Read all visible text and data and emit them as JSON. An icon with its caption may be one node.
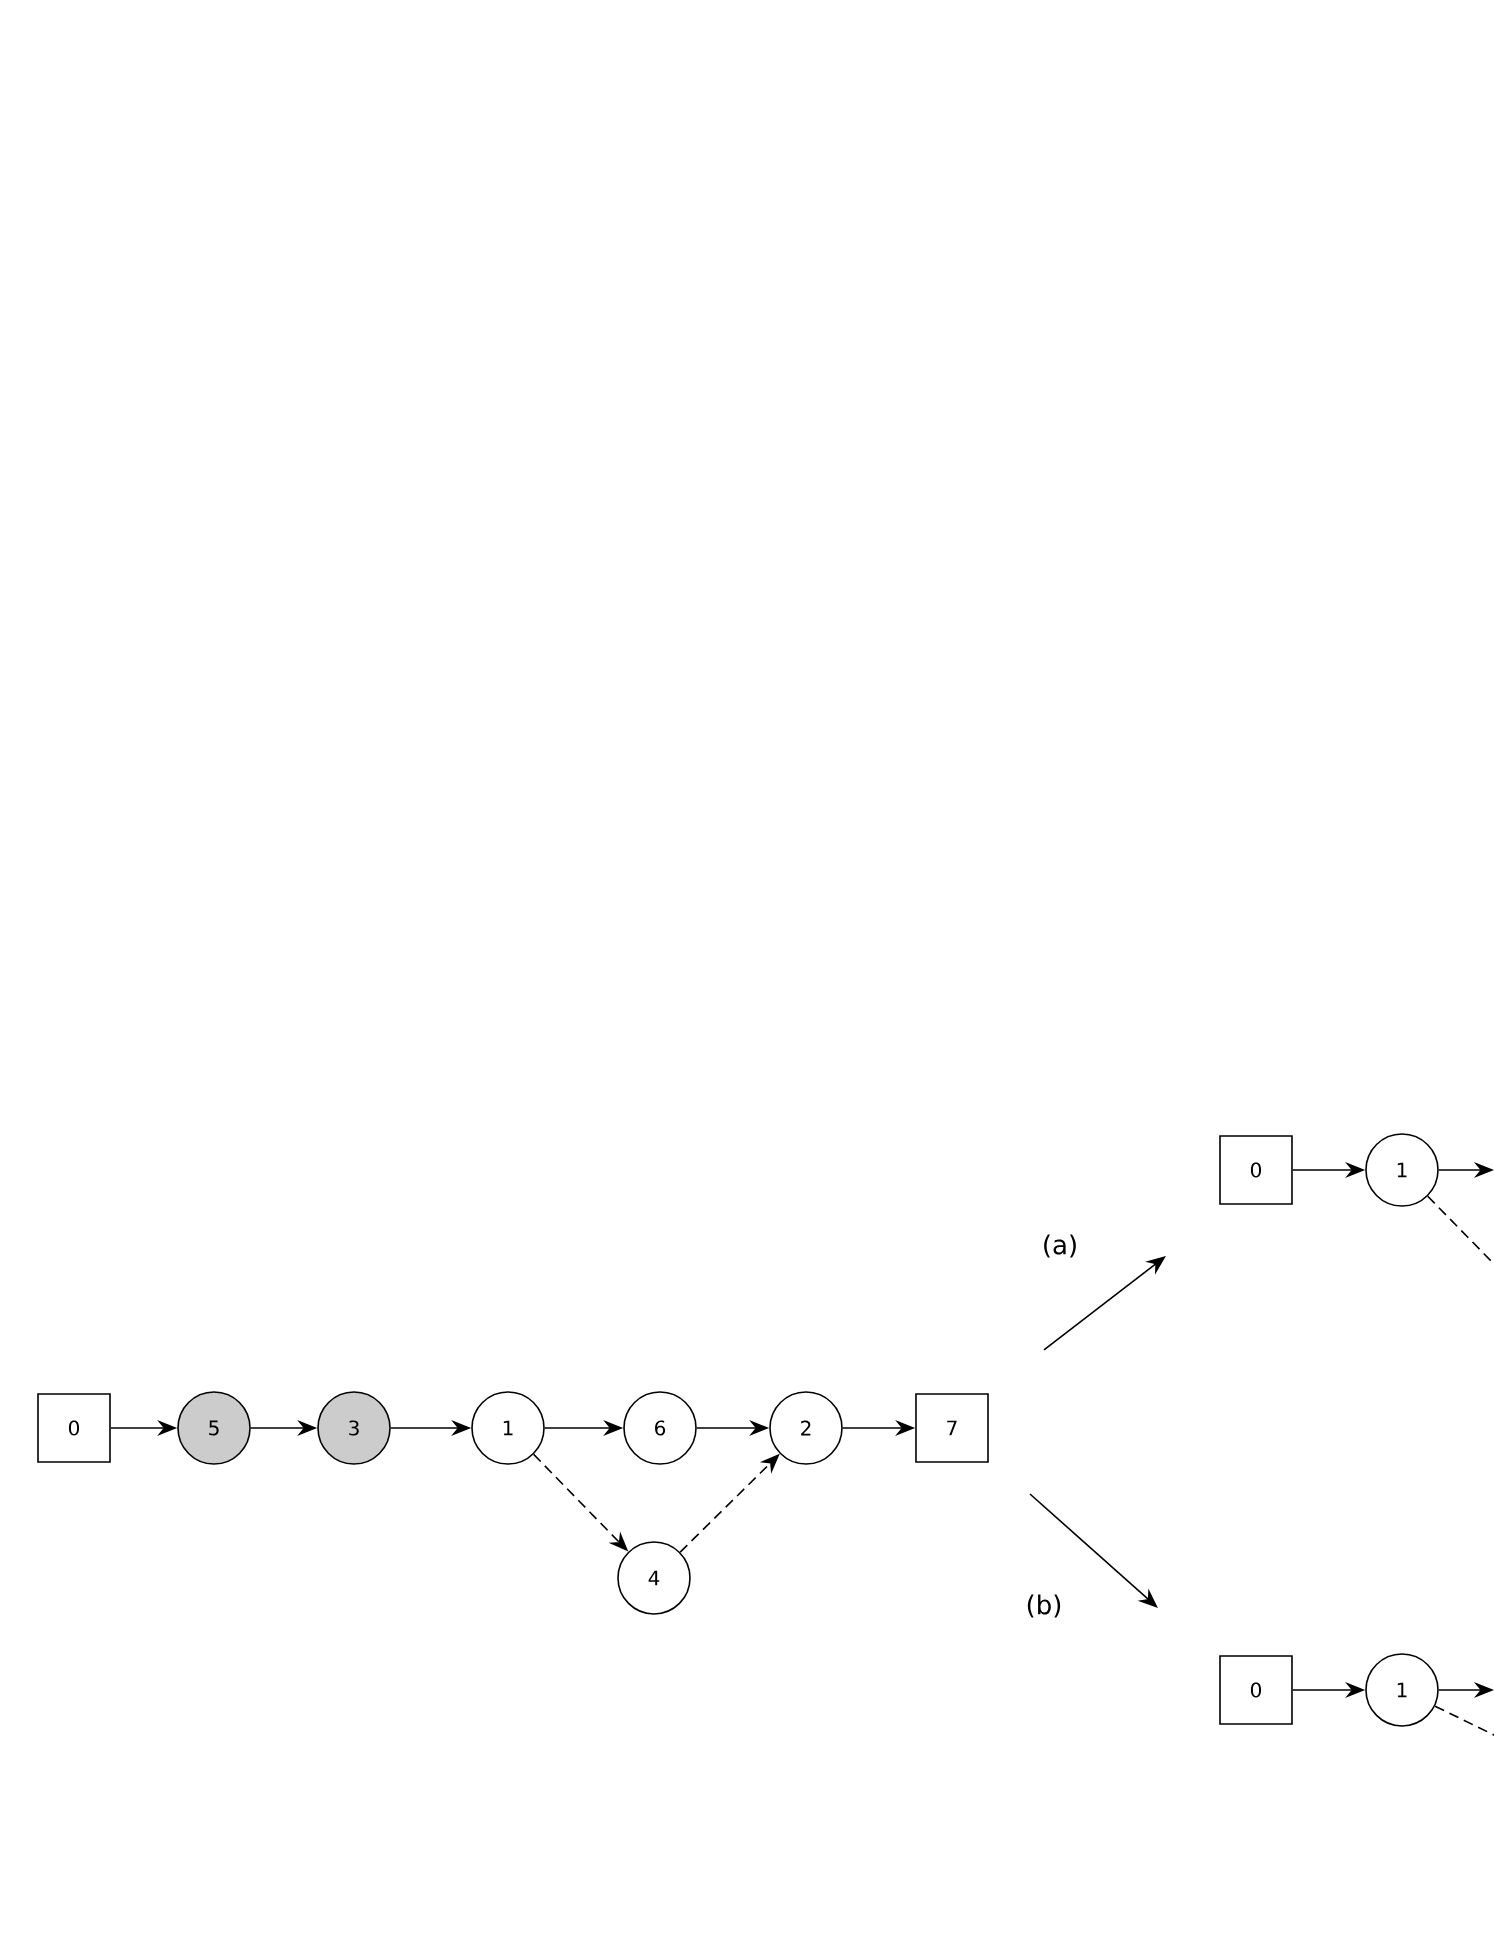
{
  "diagram": {
    "nodes": [
      {
        "text": [
          "0"
        ]
      },
      {
        "text": [
          "5"
        ]
      },
      {
        "text": [
          "3"
        ]
      },
      {
        "text": [
          "1"
        ]
      },
      {
        "text": [
          "6"
        ]
      },
      {
        "text": [
          "2"
        ]
      },
      {
        "text": [
          "7"
        ]
      },
      {
        "text": [
          "4"
        ]
      },
      {
        "text": [
          "0"
        ]
      },
      {
        "text": [
          "1"
        ]
      },
      {
        "text": [
          "0"
        ]
      },
      {
        "text": [
          "1"
        ]
      }
    ],
    "edges": [
      {
        "from": 0,
        "to": 1,
        "arrow": "to"
      },
      {
        "from": 1,
        "to": 2,
        "arrow": "to"
      },
      {
        "from": 2,
        "to": 3,
        "arrow": "to"
      },
      {
        "from": 3,
        "to": 4,
        "arrow": "to"
      },
      {
        "from": 4,
        "to": 5,
        "arrow": "to"
      },
      {
        "from": 5,
        "to": 6,
        "arrow": "to"
      },
      {
        "from": 3,
        "to": 7,
        "arrow": "to",
        "style": "dashed"
      },
      {
        "from": 7,
        "to": 5,
        "arrow": "to",
        "style": "dashed"
      },
      {
        "from": 8,
        "to": 9,
        "arrow": "to"
      },
      {
        "from": 9,
        "to": null,
        "arrow": "to"
      },
      {
        "from": 9,
        "to": null,
        "arrow": "none",
        "style": "dashed"
      },
      {
        "from": 10,
        "to": 11,
        "arrow": "to"
      },
      {
        "from": 11,
        "to": null,
        "arrow": "to"
      },
      {
        "from": 11,
        "to": null,
        "arrow": "none",
        "style": "dashed"
      }
    ],
    "labels": [
      "(a)",
      "(b)"
    ]
  }
}
